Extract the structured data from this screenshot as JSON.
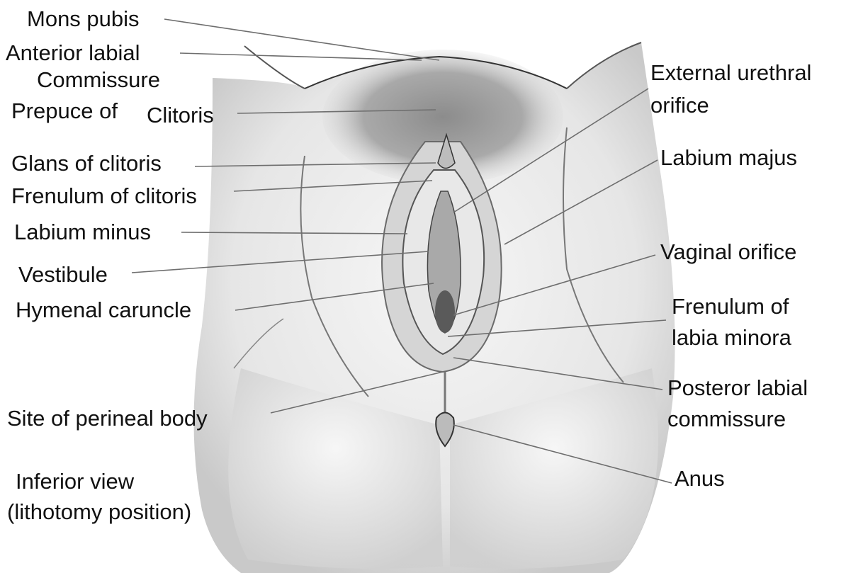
{
  "labels_left": {
    "mons_pubis": "Mons pubis",
    "anterior_labial_1": "Anterior labial",
    "anterior_labial_2": "Commissure",
    "prepuce_a": "Prepuce of",
    "prepuce_b": "Clitoris",
    "glans": "Glans of clitoris",
    "frenulum_clitoris": "Frenulum of clitoris",
    "labium_minus": "Labium minus",
    "vestibule": "Vestibule",
    "hymenal": "Hymenal caruncle",
    "perineal": "Site of perineal body",
    "view_1": "Inferior view",
    "view_2": "(lithotomy position)"
  },
  "labels_right": {
    "urethral_1": "External urethral",
    "urethral_2": "orifice",
    "labium_majus": "Labium majus",
    "vaginal_orifice": "Vaginal orifice",
    "frenulum_labia_1": "Frenulum of",
    "frenulum_labia_2": "labia minora",
    "posterior_1": "Posteror labial",
    "posterior_2": "commissure",
    "anus": "Anus"
  },
  "colors": {
    "leader_line": "#6e6e6e",
    "ink": "#111111",
    "skin_light": "#f1f1f1",
    "skin_mid": "#c8c8c8",
    "shadow": "#8a8a8a"
  }
}
